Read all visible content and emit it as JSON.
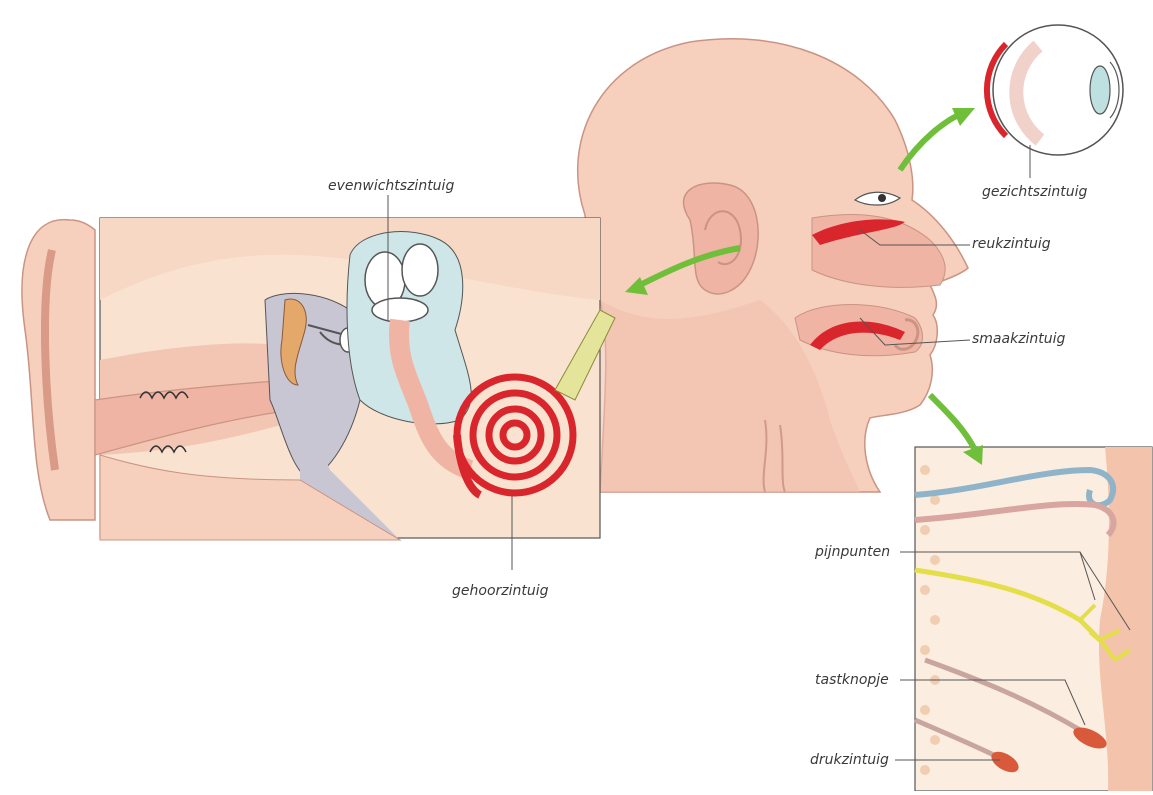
{
  "labels": {
    "balance": "evenwichtszintuig",
    "hearing": "gehoorzintuig",
    "sight": "gezichtszintuig",
    "smell": "reukzintuig",
    "taste": "smaakzintuig",
    "pain": "pijnpunten",
    "touch": "tastknopje",
    "pressure": "drukzintuig"
  },
  "colors": {
    "skin": "#f6cfbd",
    "skin_shadow": "#e9a99a",
    "sense_red": "#d9262c",
    "arrow_green": "#6fbf3a",
    "inner_ear_blue": "#cfe6e8",
    "nerve_yellow": "#e4de4a",
    "bone_grey": "#c9c6d3"
  },
  "icons": [
    "green-arrow-icon",
    "eye-illustration",
    "head-illustration",
    "ear-cross-section",
    "skin-cross-section"
  ]
}
